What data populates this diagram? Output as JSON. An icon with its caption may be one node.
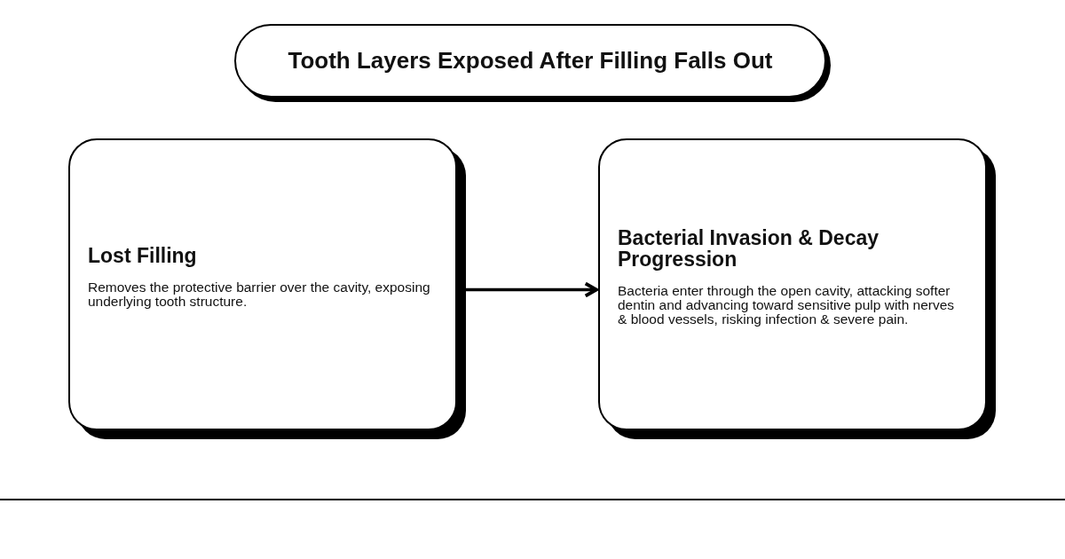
{
  "diagram": {
    "title": "Tooth Layers Exposed After Filling Falls Out",
    "nodes": [
      {
        "text": [
          "Lost Filling",
          "Removes the protective barrier over the cavity, exposing underlying tooth structure."
        ]
      },
      {
        "text": [
          "Bacterial Invasion & Decay Progression",
          "Bacteria enter through the open cavity, attacking softer dentin and advancing toward sensitive pulp with nerves & blood vessels, risking infection & severe pain."
        ]
      }
    ],
    "edges": [
      {
        "from": 0,
        "to": 1,
        "arrow": "to"
      }
    ]
  }
}
